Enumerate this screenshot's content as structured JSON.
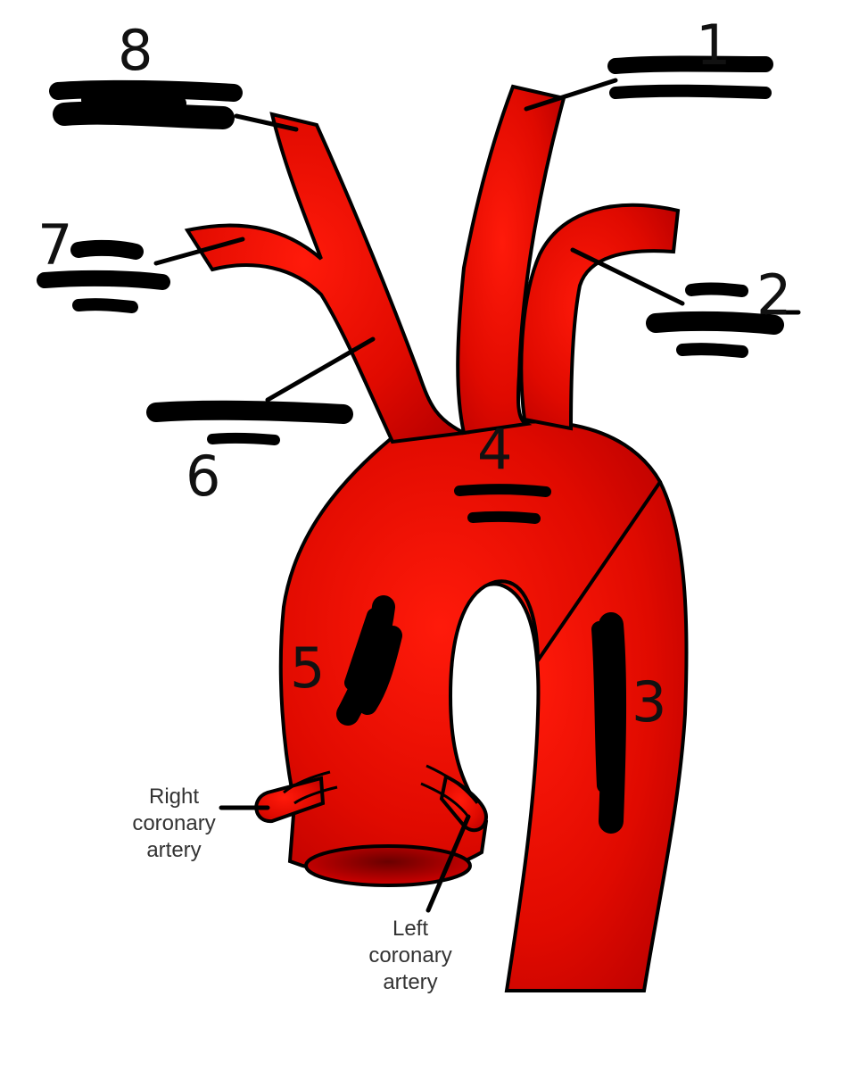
{
  "diagram": {
    "subject": "aortic arch and branches",
    "numbers": {
      "n1": "1",
      "n2": "2",
      "n3": "3",
      "n4": "4",
      "n5": "5",
      "n6": "6",
      "n7": "7",
      "n8": "8"
    },
    "labels": {
      "right_coronary": [
        "Right",
        "coronary",
        "artery"
      ],
      "left_coronary": [
        "Left",
        "coronary",
        "artery"
      ]
    },
    "colors": {
      "vessel_light": "#ff1a0a",
      "vessel_dark": "#b80000",
      "outline": "#000000",
      "redaction": "#000000"
    }
  }
}
